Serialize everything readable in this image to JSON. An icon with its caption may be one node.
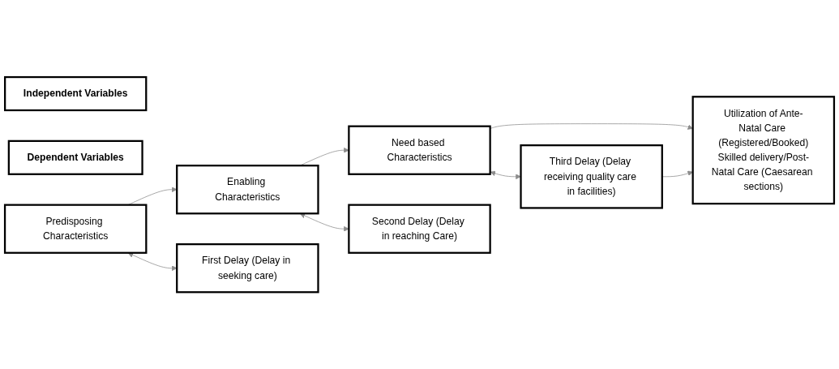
{
  "diagram": {
    "nodes": [
      {
        "text": [
          "Independent Variables"
        ]
      },
      {
        "text": [
          "Dependent Variables"
        ]
      },
      {
        "text": [
          "Predisposing Characteristics"
        ]
      },
      {
        "text": [
          "Enabling Characteristics"
        ]
      },
      {
        "text": [
          "Need based Characteristics"
        ]
      },
      {
        "text": [
          "Utilization of Ante-Natal Care (Registered/Booked)",
          "Skilled delivery/Post-Natal Care (Caesarean sections)"
        ]
      },
      {
        "text": [
          "First Delay (Delay in seeking care)"
        ]
      },
      {
        "text": [
          "Second Delay (Delay in reaching Care)"
        ]
      },
      {
        "text": [
          "Third Delay (Delay receiving quality care in facilities)"
        ]
      }
    ],
    "edges": [
      {
        "from": 2,
        "to": 3,
        "arrow": "to"
      },
      {
        "from": 3,
        "to": 4,
        "arrow": "to"
      },
      {
        "from": 4,
        "to": 5,
        "arrow": "to"
      },
      {
        "from": 2,
        "to": 6,
        "arrow": "both"
      },
      {
        "from": 3,
        "to": 7,
        "arrow": "both"
      },
      {
        "from": 4,
        "to": 8,
        "arrow": "both"
      },
      {
        "from": 8,
        "to": 5,
        "arrow": "to"
      }
    ]
  }
}
